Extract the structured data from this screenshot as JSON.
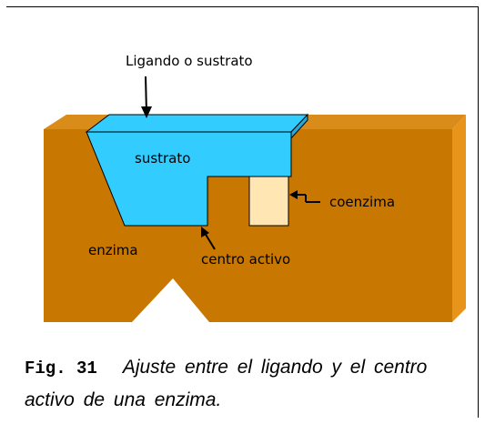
{
  "labels": {
    "ligand": "Ligando o sustrato",
    "substrate": "sustrato",
    "coenzyme": "coenzima",
    "enzyme": "enzima",
    "active_site": "centro activo"
  },
  "caption": {
    "number": "Fig. 31",
    "text": "Ajuste entre el ligando y el centro activo de una enzima."
  },
  "colors": {
    "enzyme_front": "#C87800",
    "enzyme_top": "#D98C1A",
    "enzyme_side": "#E8931A",
    "substrate": "#33CCFF",
    "coenzyme": "#FFE6B3"
  }
}
